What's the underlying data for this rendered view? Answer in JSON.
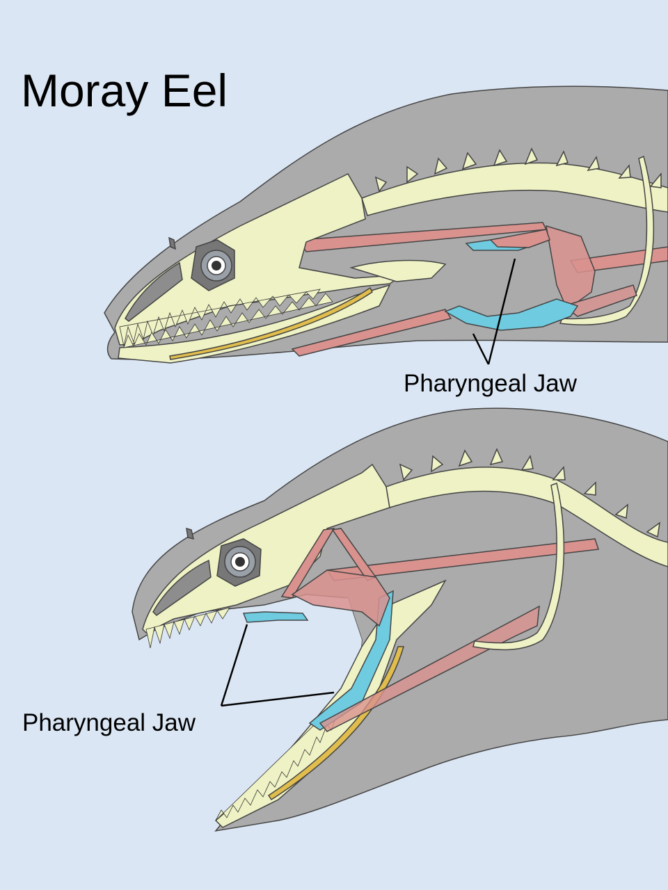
{
  "title": "Moray Eel",
  "labels": {
    "top_pharyngeal": "Pharyngeal Jaw",
    "bottom_pharyngeal": "Pharyngeal Jaw"
  },
  "colors": {
    "background": "#dbe6f4",
    "body": "#ababab",
    "bone": "#eef2c4",
    "muscle": "#d9928e",
    "pharyngeal_jaw": "#6ecbe0",
    "ligament": "#e0bd4c"
  }
}
